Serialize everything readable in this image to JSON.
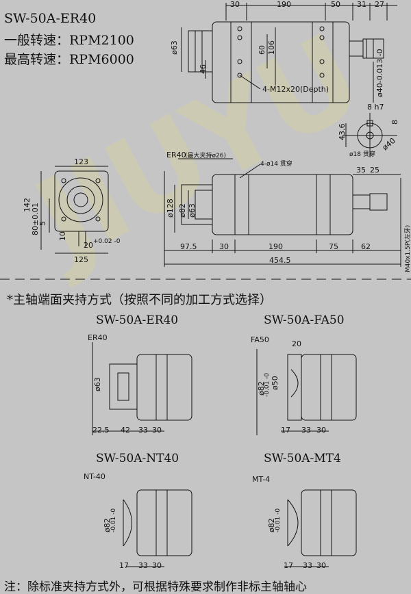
{
  "header": {
    "model": "SW-50A-ER40",
    "speed_normal": "一般转速：RPM2100",
    "speed_max": "最高转速：RPM6000"
  },
  "watermark": "JIUYU",
  "top_view": {
    "dims_top": [
      "30",
      "190",
      "50",
      "31",
      "27"
    ],
    "d63": "ø63",
    "d60": "60",
    "d106": "106",
    "d46": "46",
    "hole_label": "4-M12x20(Depth)",
    "shaft_tol": "ø40-0.013 -0",
    "key": "8 h7",
    "d43_6": "43.6",
    "d8": "8",
    "d40": "ø40",
    "d18": "ø18 贯穿"
  },
  "side_view": {
    "w123": "123",
    "d142": "142",
    "d80": "80±0.01",
    "d5": "5",
    "d10": "10",
    "d20": "20",
    "d20_tol": "+0.02 -0",
    "w125": "125"
  },
  "main_view": {
    "er40_label": "ER40",
    "er40_note": "(最大夹持ø26)",
    "hole_label": "4-ø14 贯穿",
    "d128": "ø128",
    "d82": "ø82",
    "d63": "ø63",
    "d35": "35",
    "d25": "25",
    "bottom": [
      "97.5",
      "30",
      "190",
      "75",
      "62"
    ],
    "total": "454.5",
    "thread": "M40x1.5P(左牙)"
  },
  "section_title": "*主轴端面夹持方式（按照不同的加工方式选择）",
  "variants": [
    {
      "title": "SW-50A-ER40",
      "label": "ER40",
      "dia": "ø63",
      "dims": [
        "22.5",
        "42",
        "33",
        "30"
      ]
    },
    {
      "title": "SW-50A-FA50",
      "label": "FA50",
      "dia": "ø82",
      "dia2": "ø50",
      "top": "20",
      "dims": [
        "17",
        "33",
        "30"
      ]
    },
    {
      "title": "SW-50A-NT40",
      "label": "NT-40",
      "dia": "ø82",
      "dims": [
        "17",
        "33",
        "30"
      ]
    },
    {
      "title": "SW-50A-MT4",
      "label": "MT-4",
      "dia": "ø82",
      "dims": [
        "17",
        "33",
        "30"
      ]
    }
  ],
  "tol": "-0.01 -0",
  "note": "注：除标准夹持方式外，可根据特殊要求制作非标主轴轴心"
}
